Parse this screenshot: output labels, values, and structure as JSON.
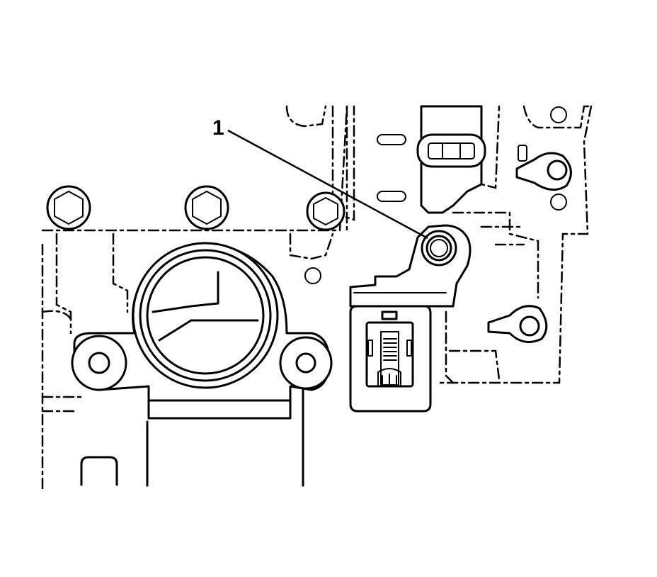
{
  "diagram": {
    "callouts": [
      {
        "id": "1",
        "label": "1",
        "target": "bolt"
      }
    ],
    "colors": {
      "line": "#000000",
      "background": "#ffffff"
    }
  }
}
